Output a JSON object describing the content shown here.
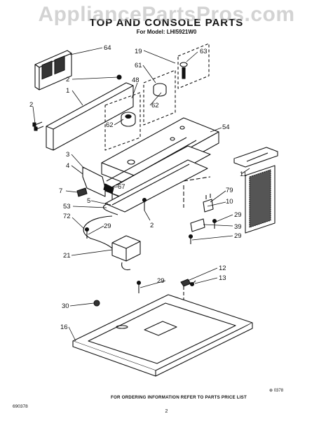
{
  "header": {
    "watermark": "AppliancePartsPros.com",
    "title": "TOP AND CONSOLE PARTS",
    "subtitle": "For Model: LHI5921W0"
  },
  "callouts": [
    {
      "id": "c64",
      "label": "64"
    },
    {
      "id": "c19",
      "label": "19"
    },
    {
      "id": "c63",
      "label": "63"
    },
    {
      "id": "c61",
      "label": "61"
    },
    {
      "id": "c2a",
      "label": "2"
    },
    {
      "id": "c1",
      "label": "1"
    },
    {
      "id": "c48",
      "label": "48"
    },
    {
      "id": "c62a",
      "label": "62"
    },
    {
      "id": "c2b",
      "label": "2"
    },
    {
      "id": "c62b",
      "label": "62"
    },
    {
      "id": "c54",
      "label": "54"
    },
    {
      "id": "c3",
      "label": "3"
    },
    {
      "id": "c4",
      "label": "4"
    },
    {
      "id": "c67",
      "label": "67"
    },
    {
      "id": "c11",
      "label": "11"
    },
    {
      "id": "c7",
      "label": "7"
    },
    {
      "id": "c79",
      "label": "79"
    },
    {
      "id": "c5",
      "label": "5"
    },
    {
      "id": "c10",
      "label": "10"
    },
    {
      "id": "c53",
      "label": "53"
    },
    {
      "id": "c72",
      "label": "72"
    },
    {
      "id": "c29a",
      "label": "29"
    },
    {
      "id": "c2c",
      "label": "2"
    },
    {
      "id": "c29b",
      "label": "29"
    },
    {
      "id": "c39",
      "label": "39"
    },
    {
      "id": "c29c",
      "label": "29"
    },
    {
      "id": "c21",
      "label": "21"
    },
    {
      "id": "c12",
      "label": "12"
    },
    {
      "id": "c29d",
      "label": "29"
    },
    {
      "id": "c13",
      "label": "13"
    },
    {
      "id": "c30",
      "label": "30"
    },
    {
      "id": "c16",
      "label": "16"
    }
  ],
  "figure_number": "⊕ 0378",
  "footer": {
    "ordering_note": "FOR ORDERING INFORMATION REFER TO PARTS PRICE LIST",
    "doc_number": "690378",
    "page_number": "2"
  }
}
